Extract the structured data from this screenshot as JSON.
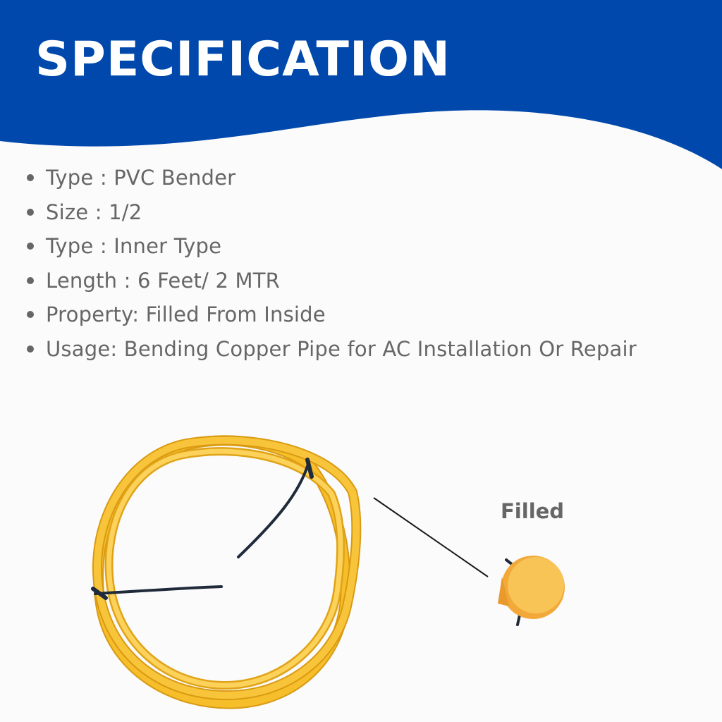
{
  "header": {
    "title": "SPECIFICATION",
    "background_color": "#0048ac",
    "text_color": "#ffffff"
  },
  "specs": [
    "Type : PVC Bender",
    "Size : 1/2",
    "Type : Inner Type",
    "Length : 6 Feet/ 2 MTR",
    "Property: Filled From Inside",
    "Usage: Bending Copper Pipe for AC Installation Or Repair"
  ],
  "diagram": {
    "callout_label": "Filled",
    "pipe_color": "#f6be2a",
    "fill_color": "#f8c455",
    "tie_color": "#1f2a3a"
  }
}
